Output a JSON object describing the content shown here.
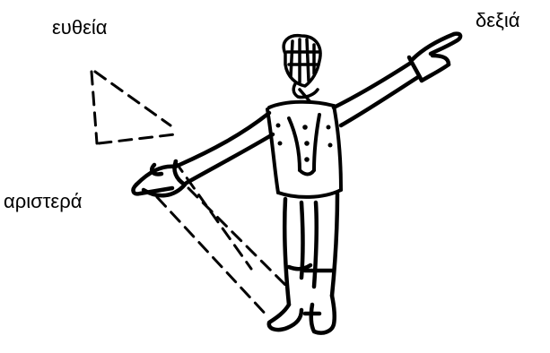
{
  "labels": {
    "straight": "ευθεία",
    "right": "δεξιά",
    "left": "αριστερά"
  },
  "colors": {
    "ink": "#000000",
    "background": "#ffffff"
  }
}
